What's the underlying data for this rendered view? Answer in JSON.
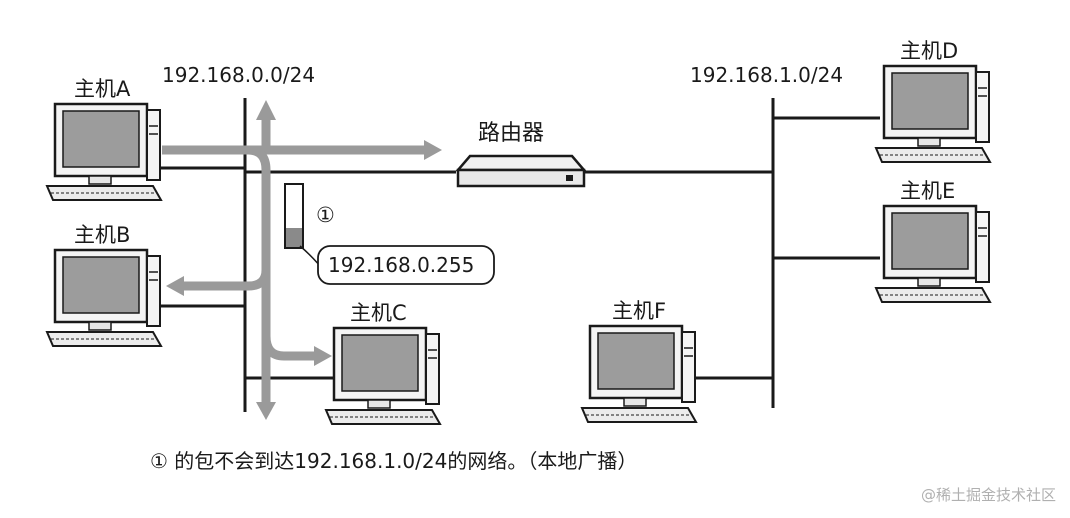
{
  "networks": {
    "left": {
      "label": "192.168.0.0/24"
    },
    "right": {
      "label": "192.168.1.0/24"
    }
  },
  "router": {
    "label": "路由器"
  },
  "hosts": {
    "a": {
      "label": "主机A"
    },
    "b": {
      "label": "主机B"
    },
    "c": {
      "label": "主机C"
    },
    "d": {
      "label": "主机D"
    },
    "e": {
      "label": "主机E"
    },
    "f": {
      "label": "主机F"
    }
  },
  "packet": {
    "marker": "①",
    "address": "192.168.0.255"
  },
  "caption": {
    "text": "① 的包不会到达192.168.1.0/24的网络。（本地广播）"
  },
  "watermark": {
    "text": "@稀土掘金技术社区"
  }
}
